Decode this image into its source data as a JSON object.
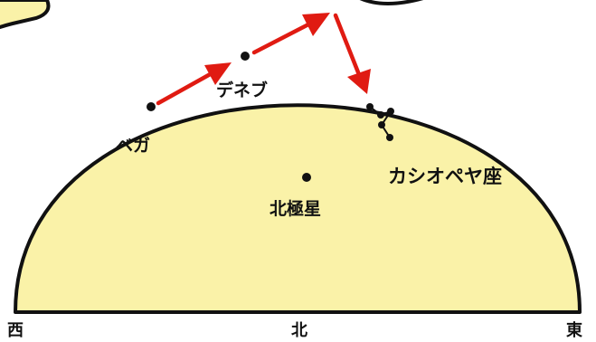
{
  "colors": {
    "sky_fill": "#faf2a8",
    "outline": "#111111",
    "arrow": "#e01b12",
    "star": "#111111",
    "cassiopeia_label": "#e01b12",
    "background": "#ffffff"
  },
  "stars": {
    "vega": "ベガ",
    "deneb": "デネブ",
    "polaris": "北極星",
    "cassiopeia": "カシオペヤ座"
  },
  "directions": {
    "west": "西",
    "north": "北",
    "east": "東"
  }
}
